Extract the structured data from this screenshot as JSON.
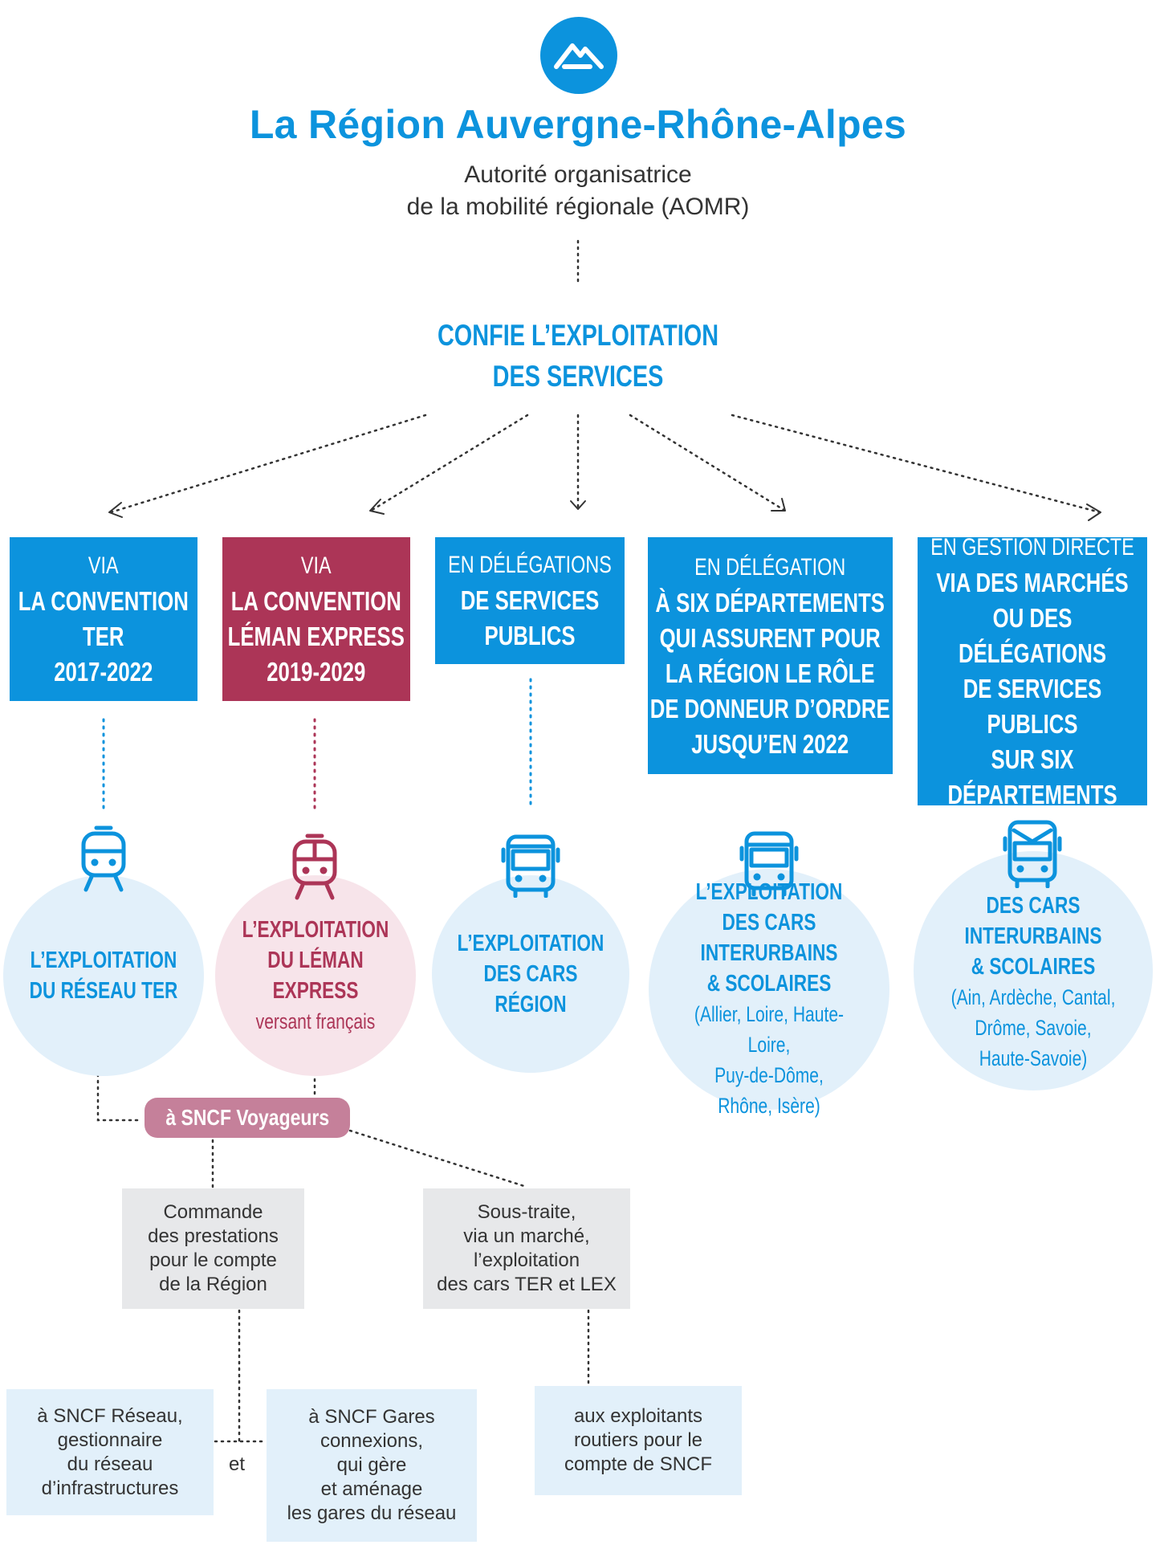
{
  "header": {
    "title": "La Région Auvergne-Rhône-Alpes",
    "subtitle_line1": "Autorité organisatrice",
    "subtitle_line2": "de la mobilité régionale (AOMR)"
  },
  "confie": {
    "line1": "CONFIE L’EXPLOITATION",
    "line2": "DES SERVICES"
  },
  "colors": {
    "blue": "#0c93dd",
    "red": "#ac3557",
    "pink_pill": "#c5809a",
    "light_blue": "#e2f0fa",
    "light_pink": "#f7e4ea",
    "grey": "#e7e8ea"
  },
  "boxes": [
    {
      "small": "VIA",
      "lines": [
        "LA CONVENTION",
        "TER",
        "2017-2022"
      ]
    },
    {
      "small": "VIA",
      "lines": [
        "LA CONVENTION",
        "LÉMAN EXPRESS",
        "2019-2029"
      ]
    },
    {
      "small": "EN DÉLÉGATIONS",
      "lines": [
        "DE SERVICES",
        "PUBLICS"
      ]
    },
    {
      "small": "EN DÉLÉGATION",
      "lines": [
        "À SIX DÉPARTEMENTS",
        "QUI ASSURENT POUR",
        "LA RÉGION LE RÔLE",
        "DE DONNEUR D’ORDRE",
        "JUSQU’EN 2022"
      ]
    },
    {
      "small": "EN GESTION DIRECTE",
      "lines": [
        "VIA DES MARCHÉS",
        "OU DES DÉLÉGATIONS",
        "DE SERVICES PUBLICS",
        "SUR SIX",
        "DÉPARTEMENTS"
      ]
    }
  ],
  "circles": [
    {
      "icon": "train-icon",
      "title": [
        "L’EXPLOITATION",
        "DU RÉSEAU TER"
      ],
      "sub": []
    },
    {
      "icon": "train-icon",
      "title": [
        "L’EXPLOITATION",
        "DU LÉMAN EXPRESS"
      ],
      "sub": [
        "versant français"
      ]
    },
    {
      "icon": "bus-icon",
      "title": [
        "L’EXPLOITATION",
        "DES CARS RÉGION"
      ],
      "sub": []
    },
    {
      "icon": "bus-icon",
      "title": [
        "L’EXPLOITATION",
        "DES CARS INTERURBAINS",
        "& SCOLAIRES"
      ],
      "sub": [
        "(Allier, Loire, Haute-Loire,",
        "Puy-de-Dôme,",
        "Rhône, Isère)"
      ]
    },
    {
      "icon": "school-bus-icon",
      "title": [
        "DES CARS",
        "INTERURBAINS",
        "& SCOLAIRES"
      ],
      "sub": [
        "(Ain, Ardèche, Cantal,",
        "Drôme, Savoie,",
        "Haute-Savoie)"
      ]
    }
  ],
  "sncf": {
    "label": "à SNCF Voyageurs"
  },
  "grey_boxes": [
    {
      "lines": [
        "Commande",
        "des prestations",
        "pour le compte",
        "de la Région"
      ]
    },
    {
      "lines": [
        "Sous-traite,",
        "via un marché,",
        "l’exploitation",
        "des cars TER et LEX"
      ]
    }
  ],
  "bottom_boxes": [
    {
      "lines": [
        "à SNCF Réseau,",
        "gestionnaire",
        "du réseau",
        "d’infrastructures"
      ]
    },
    {
      "lines": [
        "à SNCF Gares",
        "connexions,",
        "qui gère",
        "et aménage",
        "les gares du réseau"
      ]
    },
    {
      "lines": [
        "aux exploitants",
        "routiers pour le",
        "compte de SNCF"
      ]
    }
  ],
  "et_label": "et"
}
